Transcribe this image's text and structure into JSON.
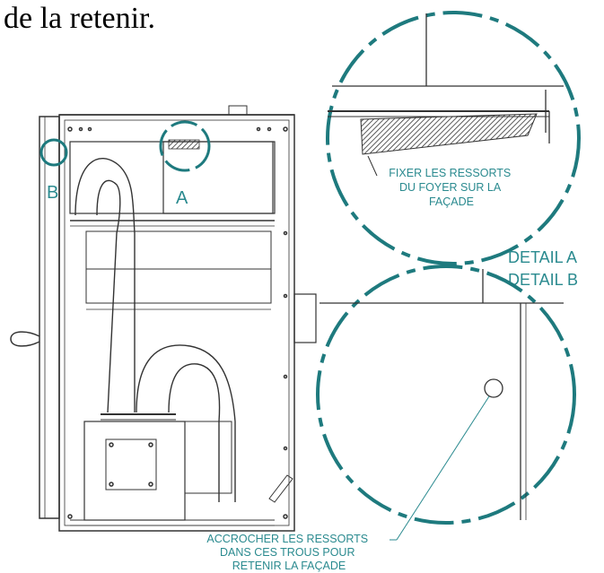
{
  "intro_text": "de la retenir.",
  "callouts": {
    "b_marker": "B",
    "a_marker": "A",
    "detail_a": "DETAIL A",
    "detail_b": "DETAIL B"
  },
  "notes": {
    "springs_top": [
      "FIXER LES RESSORTS",
      "DU FOYER SUR LA",
      "FAÇADE"
    ],
    "springs_bottom": [
      "ACCROCHER LES RESSORTS",
      "DANS CES TROUS POUR",
      "RETENIR LA FAÇADE"
    ]
  },
  "colors": {
    "accent": "#1e7a7e",
    "label": "#2a8a8f",
    "line": "#333333"
  }
}
